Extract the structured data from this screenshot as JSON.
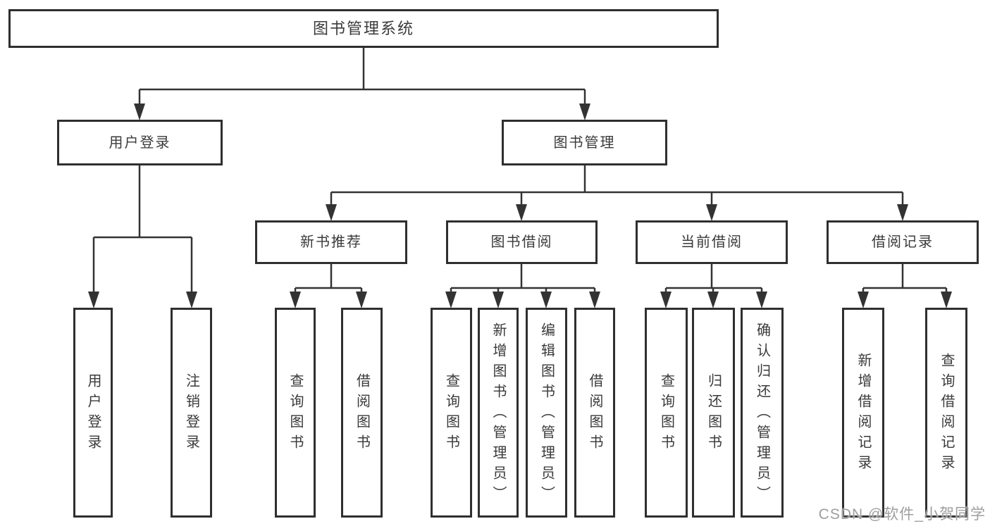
{
  "diagram": {
    "root_label": "图书管理系统",
    "level2": [
      {
        "label": "用户登录"
      },
      {
        "label": "图书管理"
      }
    ],
    "level3": [
      {
        "label": "新书推荐",
        "parent": "图书管理"
      },
      {
        "label": "图书借阅",
        "parent": "图书管理"
      },
      {
        "label": "当前借阅",
        "parent": "图书管理"
      },
      {
        "label": "借阅记录",
        "parent": "图书管理"
      }
    ],
    "leaves": [
      {
        "label": "用户登录",
        "parent": "用户登录"
      },
      {
        "label": "注销登录",
        "parent": "用户登录"
      },
      {
        "label": "查询图书",
        "parent": "新书推荐"
      },
      {
        "label": "借阅图书",
        "parent": "新书推荐"
      },
      {
        "label": "查询图书",
        "parent": "图书借阅"
      },
      {
        "label": "新增图书（管理员）",
        "parent": "图书借阅"
      },
      {
        "label": "编辑图书（管理员）",
        "parent": "图书借阅"
      },
      {
        "label": "借阅图书",
        "parent": "图书借阅"
      },
      {
        "label": "查询图书",
        "parent": "当前借阅"
      },
      {
        "label": "归还图书",
        "parent": "当前借阅"
      },
      {
        "label": "确认归还（管理员）",
        "parent": "当前借阅"
      },
      {
        "label": "新增借阅记录",
        "parent": "借阅记录"
      },
      {
        "label": "查询借阅记录",
        "parent": "借阅记录"
      }
    ]
  },
  "watermark": {
    "text": "CSDN @软件_小贺同学"
  },
  "colors": {
    "line": "#333333",
    "border": "#2f2f2f",
    "text": "#3a3a3a",
    "watermark": "#9e9e9e",
    "background": "#ffffff"
  }
}
